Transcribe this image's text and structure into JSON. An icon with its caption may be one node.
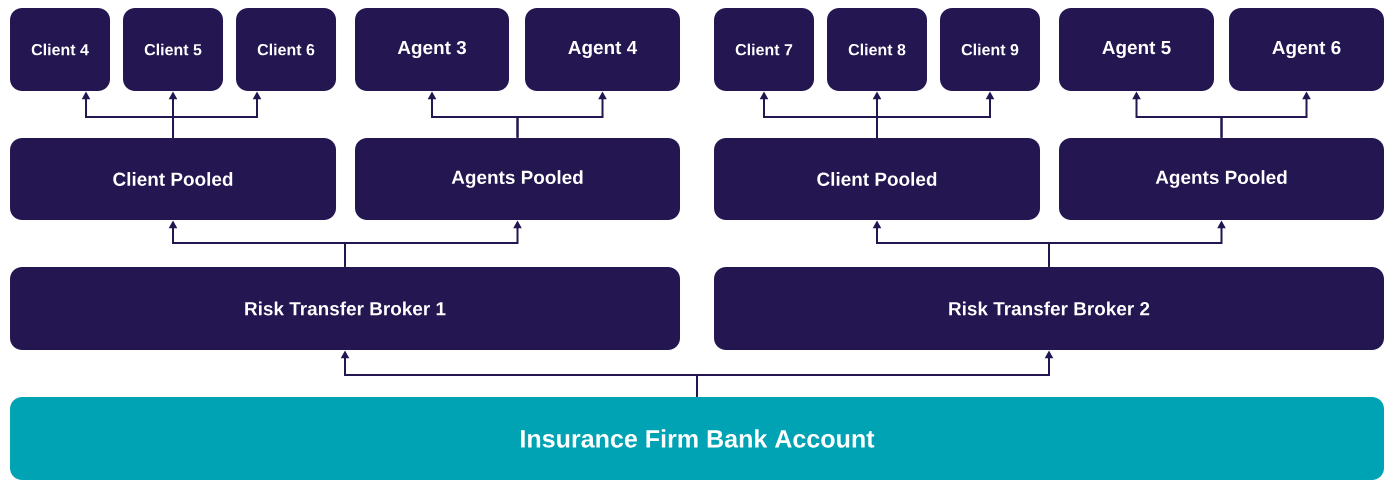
{
  "diagram": {
    "nodes": [
      {
        "text": [
          "Client 4"
        ]
      },
      {
        "text": [
          "Client 5"
        ]
      },
      {
        "text": [
          "Client 6"
        ]
      },
      {
        "text": [
          "Agent 3"
        ]
      },
      {
        "text": [
          "Agent 4"
        ]
      },
      {
        "text": [
          "Client 7"
        ]
      },
      {
        "text": [
          "Client 8"
        ]
      },
      {
        "text": [
          "Client 9"
        ]
      },
      {
        "text": [
          "Agent 5"
        ]
      },
      {
        "text": [
          "Agent 6"
        ]
      },
      {
        "text": [
          "Client Pooled"
        ]
      },
      {
        "text": [
          "Agents Pooled"
        ]
      },
      {
        "text": [
          "Client Pooled"
        ]
      },
      {
        "text": [
          "Agents Pooled"
        ]
      },
      {
        "text": [
          "Risk Transfer Broker 1"
        ]
      },
      {
        "text": [
          "Risk Transfer Broker 2"
        ]
      },
      {
        "text": [
          "Insurance Firm Bank Account"
        ]
      }
    ],
    "edges": [
      {
        "from": 10,
        "to": 0,
        "arrow": "to"
      },
      {
        "from": 10,
        "to": 1,
        "arrow": "to"
      },
      {
        "from": 10,
        "to": 2,
        "arrow": "to"
      },
      {
        "from": 11,
        "to": 3,
        "arrow": "to"
      },
      {
        "from": 11,
        "to": 4,
        "arrow": "to"
      },
      {
        "from": 12,
        "to": 5,
        "arrow": "to"
      },
      {
        "from": 12,
        "to": 6,
        "arrow": "to"
      },
      {
        "from": 12,
        "to": 7,
        "arrow": "to"
      },
      {
        "from": 13,
        "to": 8,
        "arrow": "to"
      },
      {
        "from": 13,
        "to": 9,
        "arrow": "to"
      },
      {
        "from": 14,
        "to": 10,
        "arrow": "to"
      },
      {
        "from": 14,
        "to": 11,
        "arrow": "to"
      },
      {
        "from": 15,
        "to": 12,
        "arrow": "to"
      },
      {
        "from": 15,
        "to": 13,
        "arrow": "to"
      },
      {
        "from": 16,
        "to": 14,
        "arrow": "to"
      },
      {
        "from": 16,
        "to": 15,
        "arrow": "to"
      }
    ]
  }
}
